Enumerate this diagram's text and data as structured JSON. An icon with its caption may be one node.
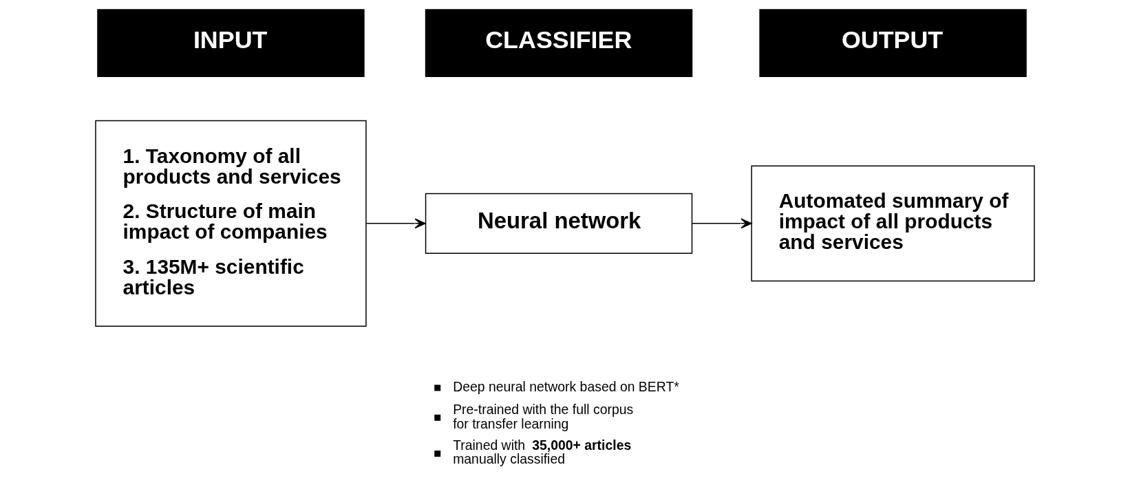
{
  "diagram": {
    "nodes": [
      {
        "text": [
          "INPUT"
        ]
      },
      {
        "text": [
          "CLASSIFIER"
        ]
      },
      {
        "text": [
          "OUTPUT"
        ]
      },
      {
        "text": [
          "1. Taxonomy of all products and services",
          "2. Structure of main impact of companies",
          "3. 135M+ scientific articles"
        ]
      },
      {
        "text": [
          "Neural network"
        ],
        "beside": [
          "Deep neural network based on BERT*",
          "Pre-trained with the full corpus for transfer learning",
          "Trained with **35,000+ articles** manually classified"
        ]
      },
      {
        "text": [
          "Automated summary of impact of all products and services"
        ]
      }
    ],
    "edges": [
      {
        "from": 3,
        "to": 4,
        "arrow": "to"
      },
      {
        "from": 4,
        "to": 5,
        "arrow": "to"
      }
    ]
  }
}
